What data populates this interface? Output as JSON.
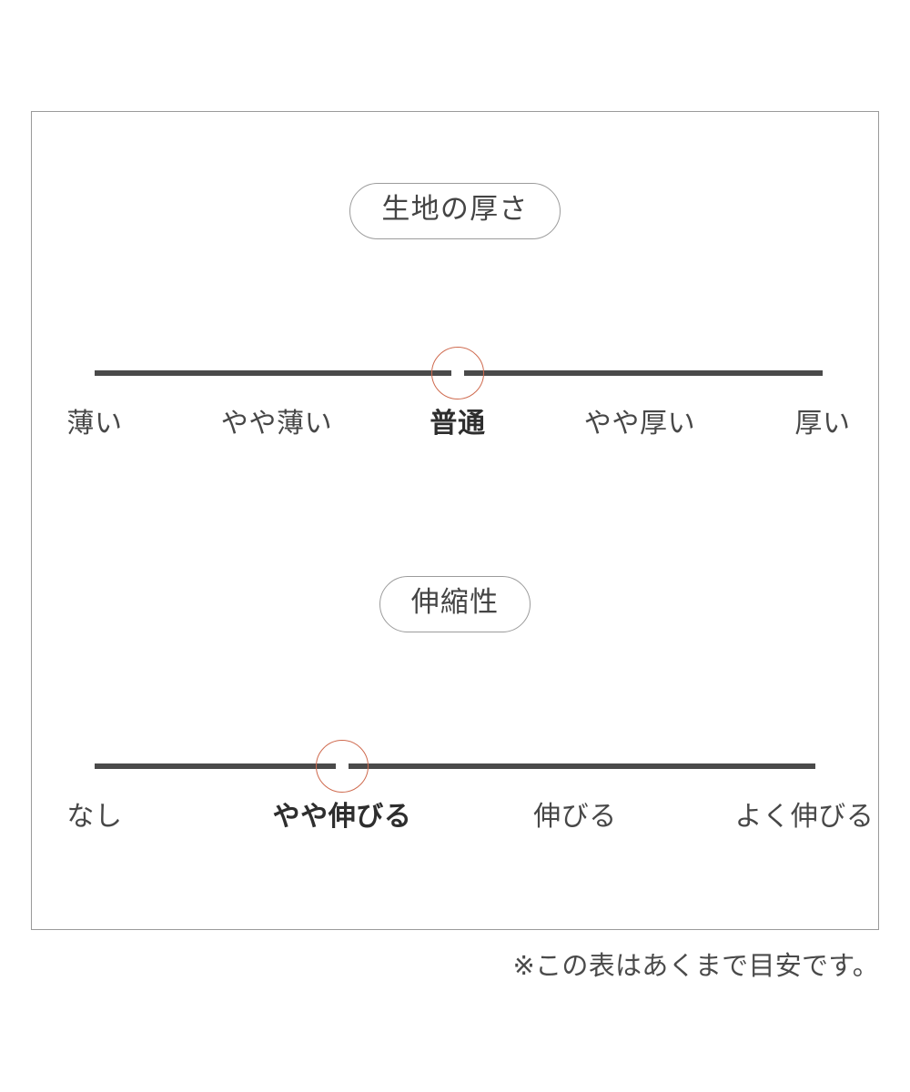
{
  "theme": {
    "accent": "#cf6a4e",
    "track": "#4a4a4a",
    "text": "#474747",
    "border": "#9a9a9a",
    "background": "#ffffff"
  },
  "footnote": "※この表はあくまで目安です。",
  "chart_data": {
    "type": "scale",
    "title": "",
    "charts": [
      {
        "id": "fabric-thickness",
        "title": "生地の厚さ",
        "categories": [
          "薄い",
          "やや薄い",
          "普通",
          "やや厚い",
          "厚い"
        ],
        "selected_index": 2,
        "selected_label": "普通",
        "values": [
          0,
          1,
          2,
          3,
          4
        ],
        "xlabel": "",
        "ylabel": "",
        "legend": "none",
        "grid": false
      },
      {
        "id": "stretch",
        "title": "伸縮性",
        "categories": [
          "なし",
          "やや伸びる",
          "伸びる",
          "よく伸びる"
        ],
        "selected_index": 1,
        "selected_label": "やや伸びる",
        "values": [
          0,
          1,
          2,
          3
        ],
        "xlabel": "",
        "ylabel": "",
        "legend": "none",
        "grid": false
      }
    ]
  }
}
